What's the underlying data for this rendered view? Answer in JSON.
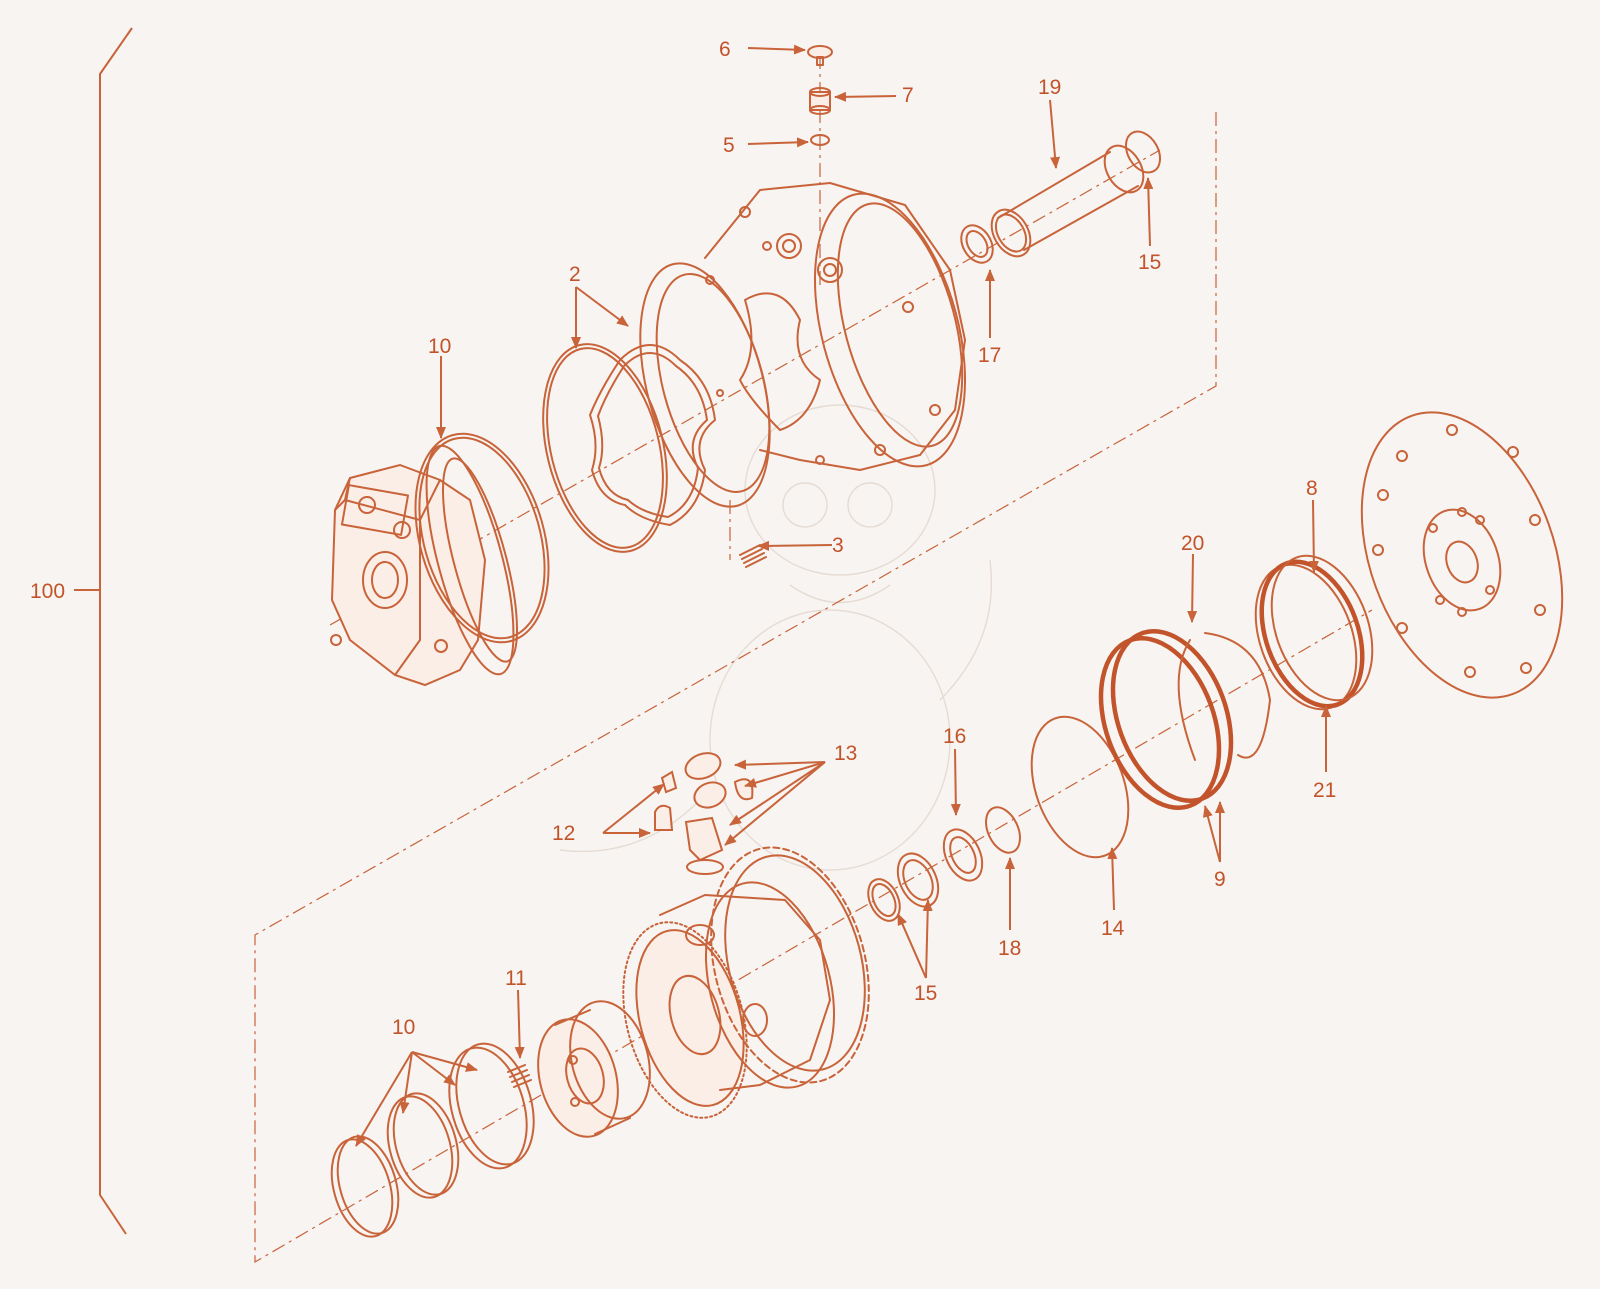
{
  "diagram": {
    "colors": {
      "line": "#c8633a",
      "label": "#c2532a",
      "background": "#f7f4f1"
    },
    "callouts": {
      "c2": "2",
      "c3": "3",
      "c5": "5",
      "c6": "6",
      "c7": "7",
      "c8": "8",
      "c9": "9",
      "c10_top": "10",
      "c10_bottom": "10",
      "c11": "11",
      "c12": "12",
      "c13": "13",
      "c14": "14",
      "c15_top": "15",
      "c15_bottom": "15",
      "c16": "16",
      "c17": "17",
      "c18": "18",
      "c19": "19",
      "c20": "20",
      "c21": "21",
      "c100": "100"
    }
  }
}
